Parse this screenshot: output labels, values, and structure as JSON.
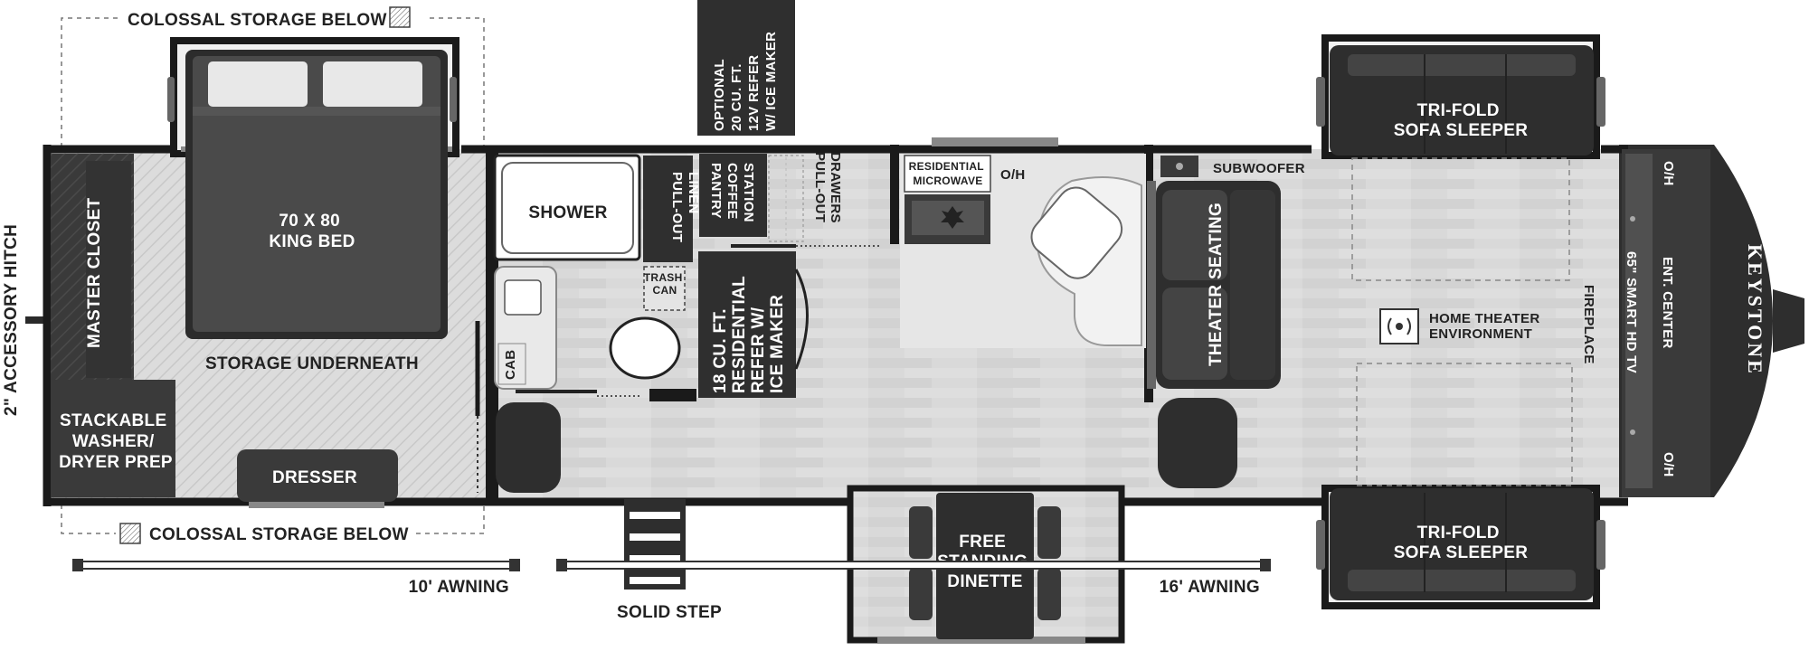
{
  "brand": "KEYSTONE",
  "labels": {
    "storage_top": "COLOSSAL STORAGE BELOW",
    "storage_bottom": "COLOSSAL STORAGE BELOW",
    "hitch": "2\" ACCESSORY HITCH",
    "master_closet": "MASTER CLOSET",
    "king_bed": [
      "70 X 80",
      "KING BED"
    ],
    "storage_underneath": "STORAGE UNDERNEATH",
    "washer_dryer": [
      "STACKABLE",
      "WASHER/",
      "DRYER PREP"
    ],
    "dresser": "DRESSER",
    "awning_10": "10' AWNING",
    "shower": "SHOWER",
    "pull_out_linen": [
      "PULL-OUT",
      "LINEN"
    ],
    "cab": "CAB",
    "trash_can": [
      "TRASH",
      "CAN"
    ],
    "optional_refer": [
      "OPTIONAL",
      "20 CU. FT.",
      "12V REFER",
      "W/ ICE MAKER"
    ],
    "pantry": [
      "PANTRY",
      "COFFEE",
      "STATION"
    ],
    "pull_out_drawers": [
      "PULL-OUT",
      "DRAWERS"
    ],
    "residential_refer": [
      "18 CU. FT.",
      "RESIDENTIAL",
      "REFER W/",
      "ICE MAKER"
    ],
    "solid_step": "SOLID STEP",
    "microwave": [
      "RESIDENTIAL",
      "MICROWAVE"
    ],
    "oh_kitchen": "O/H",
    "dinette": [
      "FREE",
      "STANDING",
      "DINETTE"
    ],
    "awning_16": "16' AWNING",
    "subwoofer": "SUBWOOFER",
    "theater_seating": "THEATER SEATING",
    "sofa_top": [
      "TRI-FOLD",
      "SOFA SLEEPER"
    ],
    "sofa_bottom": [
      "TRI-FOLD",
      "SOFA SLEEPER"
    ],
    "home_theater": [
      "HOME THEATER",
      "ENVIRONMENT"
    ],
    "fireplace": "FIREPLACE",
    "tv": "65\" SMART HD TV",
    "ent_center": "ENT. CENTER",
    "oh_top": "O/H",
    "oh_bottom": "O/H"
  },
  "colors": {
    "outline": "#1a1a1a",
    "furniture": "#3a3a3a",
    "floor": "#d6d6d6",
    "white": "#ffffff"
  }
}
